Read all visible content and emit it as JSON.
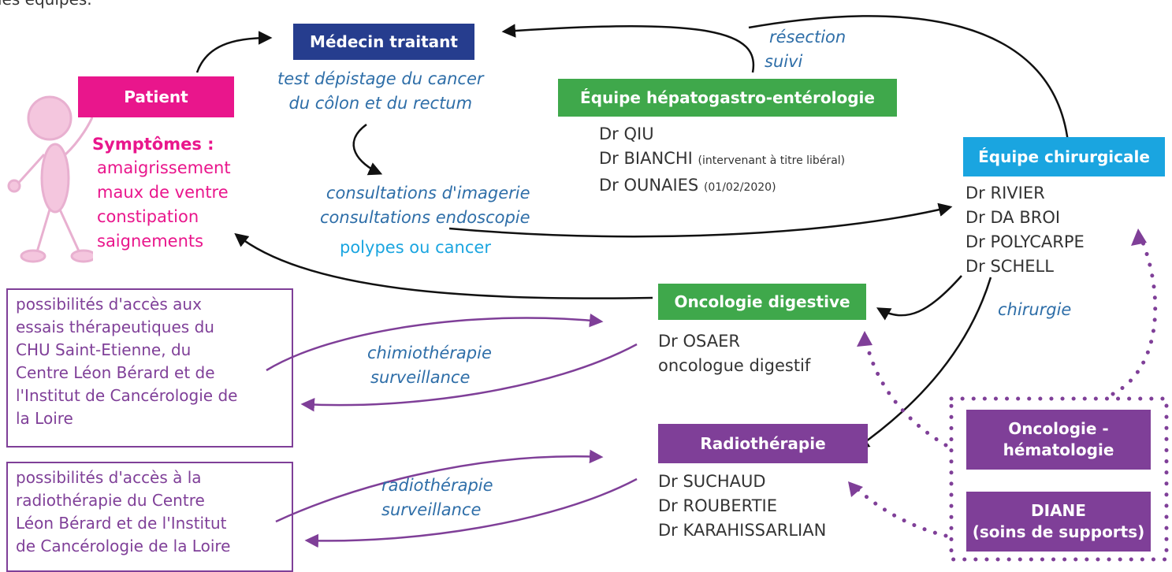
{
  "intro_fragment": "les équipes.",
  "nodes": {
    "medecin": "Médecin traitant",
    "patient": "Patient",
    "hepato": "Équipe hépatogastro-entérologie",
    "chirurgicale": "Équipe chirurgicale",
    "oncologie_digestive": "Oncologie digestive",
    "radiotherapie": "Radiothérapie",
    "oncologie_hematologie": [
      "Oncologie -",
      "hématologie"
    ],
    "diane": [
      "DIANE",
      "(soins de supports)"
    ]
  },
  "medecin_notes": [
    "test dépistage du cancer",
    "du côlon et du rectum"
  ],
  "consultations": [
    "consultations d'imagerie",
    "consultations endoscopie"
  ],
  "polypes": "polypes ou cancer",
  "resection": [
    "résection",
    "suivi"
  ],
  "chirurgie": "chirurgie",
  "chimio_label": [
    "chimiothérapie",
    "surveillance"
  ],
  "radio_label": [
    "radiothérapie",
    "surveillance"
  ],
  "symptoms": {
    "title": "Symptômes :",
    "items": [
      "amaigrissement",
      "maux de ventre",
      "constipation",
      "saignements"
    ]
  },
  "hepato_doctors": [
    {
      "name": "Dr QIU",
      "note": ""
    },
    {
      "name": "Dr BIANCHI",
      "note": "(intervenant à titre libéral)"
    },
    {
      "name": "Dr OUNAIES",
      "note": "(01/02/2020)"
    }
  ],
  "chir_doctors": [
    "Dr RIVIER",
    "Dr DA BROI",
    "Dr POLYCARPE",
    "Dr SCHELL"
  ],
  "onco_doctors": [
    "Dr OSAER",
    "oncologue digestif"
  ],
  "radio_doctors": [
    "Dr SUCHAUD",
    "Dr ROUBERTIE",
    "Dr KARAHISSARLIAN"
  ],
  "trials_box": [
    "possibilités d'accès aux",
    "essais thérapeutiques du",
    "CHU Saint-Etienne, du",
    "Centre Léon Bérard et de",
    "l'Institut de Cancérologie de",
    "la Loire"
  ],
  "radio_box": [
    "possibilités d'accès à la",
    "radiothérapie du Centre",
    "Léon Bérard et de l'Institut",
    "de Cancérologie de la Loire"
  ],
  "colors": {
    "navy": "#263d8e",
    "pink": "#e9168c",
    "green": "#3fa84b",
    "cyan": "#1aa5e0",
    "purple": "#7f3f98",
    "blue_text": "#2e6ea8"
  }
}
